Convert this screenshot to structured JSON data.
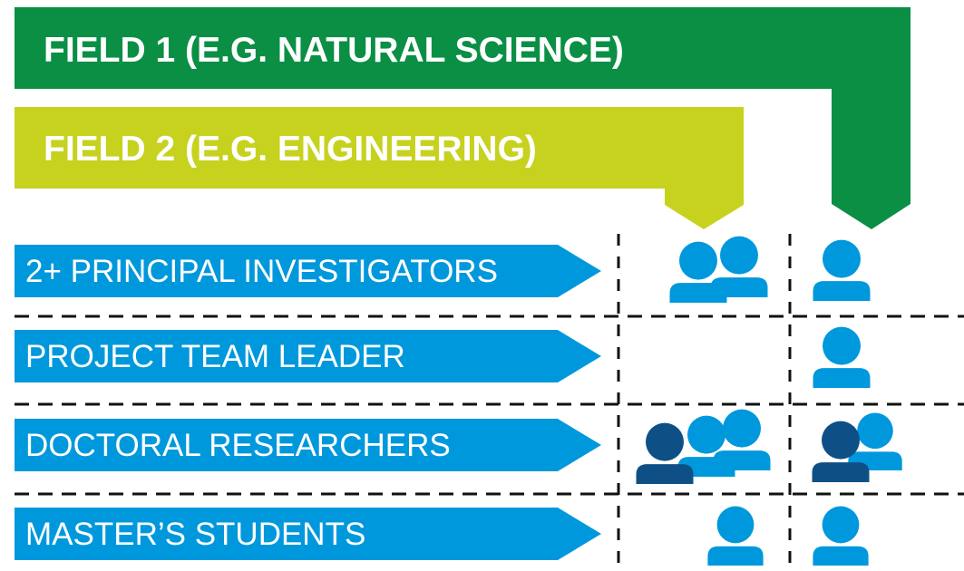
{
  "fields": [
    {
      "label": "FIELD 1 (E.G. NATURAL SCIENCE)",
      "color": "#0a8f45"
    },
    {
      "label": "FIELD 2 (E.G. ENGINEERING)",
      "color": "#c6d21e"
    }
  ],
  "rows": [
    {
      "label": "2+ PRINCIPAL INVESTIGATORS"
    },
    {
      "label": "PROJECT TEAM LEADER"
    },
    {
      "label": "DOCTORAL RESEARCHERS"
    },
    {
      "label": "MASTER’S STUDENTS"
    }
  ],
  "colors": {
    "row_arrow": "#0098dc",
    "person_light": "#0098dc",
    "person_dark": "#0e5085",
    "divider": "#111111"
  },
  "cells": {
    "field2": {
      "principal_investigators": {
        "light": 2,
        "dark": 0
      },
      "project_team_leader": {
        "light": 0,
        "dark": 0
      },
      "doctoral_researchers": {
        "light": 2,
        "dark": 1
      },
      "masters_students": {
        "light": 1,
        "dark": 0
      }
    },
    "field1": {
      "principal_investigators": {
        "light": 1,
        "dark": 0
      },
      "project_team_leader": {
        "light": 1,
        "dark": 0
      },
      "doctoral_researchers": {
        "light": 1,
        "dark": 1
      },
      "masters_students": {
        "light": 1,
        "dark": 0
      }
    }
  }
}
